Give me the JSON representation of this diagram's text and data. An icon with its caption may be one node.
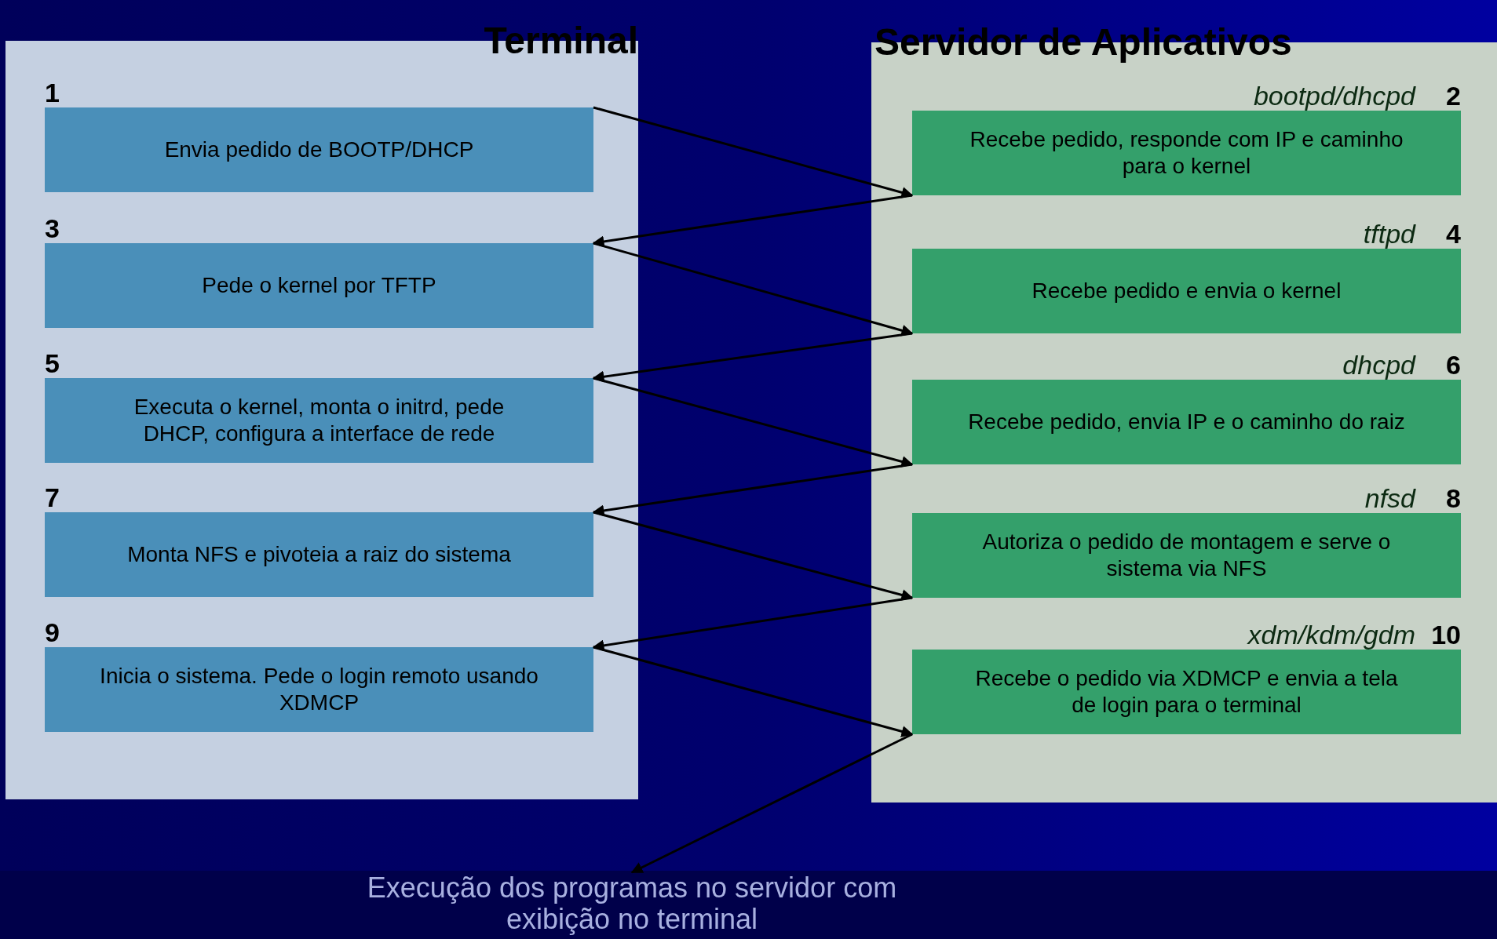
{
  "diagram": {
    "nodes": [
      {
        "text": [
          "Terminal"
        ]
      },
      {
        "text": [
          "Servidor de Aplicativos"
        ]
      },
      {
        "text": [
          "1",
          "Envia pedido de BOOTP/DHCP"
        ],
        "in": 0
      },
      {
        "text": [
          "2",
          "Recebe pedido, responde com IP e caminho para o kernel"
        ],
        "beside": [
          "bootpd/dhcpd"
        ],
        "in": 1
      },
      {
        "text": [
          "3",
          "Pede o kernel por TFTP"
        ],
        "in": 0
      },
      {
        "text": [
          "4",
          "Recebe pedido e envia o kernel"
        ],
        "beside": [
          "tftpd"
        ],
        "in": 1
      },
      {
        "text": [
          "5",
          "Executa o kernel, monta o initrd, pede DHCP, configura a interface de rede"
        ],
        "in": 0
      },
      {
        "text": [
          "6",
          "Recebe pedido, envia IP e o caminho do raiz"
        ],
        "beside": [
          "dhcpd"
        ],
        "in": 1
      },
      {
        "text": [
          "7",
          "Monta NFS e pivoteia a raiz do sistema"
        ],
        "in": 0
      },
      {
        "text": [
          "8",
          "Autoriza o pedido de montagem e serve o sistema via NFS"
        ],
        "beside": [
          "nfsd"
        ],
        "in": 1
      },
      {
        "text": [
          "9",
          "Inicia o sistema. Pede o login remoto usando XDMCP"
        ],
        "in": 0
      },
      {
        "text": [
          "10",
          "Recebe o pedido via XDMCP e envia a tela de login para o terminal"
        ],
        "beside": [
          "xdm/kdm/gdm"
        ],
        "in": 1
      },
      {
        "text": [
          "Execução dos programas no servidor com exibição no terminal"
        ]
      }
    ],
    "edges": [
      {
        "from": 2,
        "to": 3,
        "arrow": "to"
      },
      {
        "from": 3,
        "to": 4,
        "arrow": "to"
      },
      {
        "from": 4,
        "to": 5,
        "arrow": "to"
      },
      {
        "from": 5,
        "to": 6,
        "arrow": "to"
      },
      {
        "from": 6,
        "to": 7,
        "arrow": "to"
      },
      {
        "from": 7,
        "to": 8,
        "arrow": "to"
      },
      {
        "from": 8,
        "to": 9,
        "arrow": "to"
      },
      {
        "from": 9,
        "to": 10,
        "arrow": "to"
      },
      {
        "from": 10,
        "to": 11,
        "arrow": "to"
      },
      {
        "from": 11,
        "to": 12,
        "arrow": "to"
      }
    ]
  }
}
